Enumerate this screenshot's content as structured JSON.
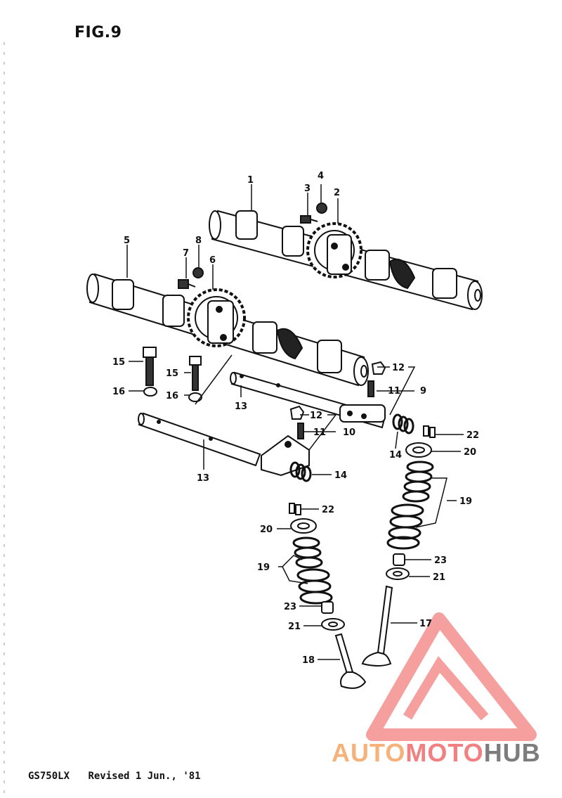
{
  "figure": {
    "title": "FIG.9"
  },
  "footer": {
    "model": "GS750LX",
    "revision": "Revised 1 Jun., '81"
  },
  "watermark": {
    "text_a": "AUTO",
    "text_b": "MOTO",
    "text_c": "HUB",
    "colors": {
      "auto": "#f6b27a",
      "moto": "#f28080",
      "hub": "#7d7d7d"
    }
  },
  "callouts": {
    "c1": "1",
    "c2": "2",
    "c3": "3",
    "c4": "4",
    "c5": "5",
    "c6": "6",
    "c7": "7",
    "c8": "8",
    "c9": "9",
    "c10": "10",
    "c11a": "11",
    "c11b": "11",
    "c12a": "12",
    "c12b": "12",
    "c13a": "13",
    "c13b": "13",
    "c14a": "14",
    "c14b": "14",
    "c15a": "15",
    "c15b": "15",
    "c16a": "16",
    "c16b": "16",
    "c17": "17",
    "c18": "18",
    "c19a": "19",
    "c19b": "19",
    "c20a": "20",
    "c20b": "20",
    "c21a": "21",
    "c21b": "21",
    "c22a": "22",
    "c22b": "22",
    "c23a": "23",
    "c23b": "23"
  }
}
